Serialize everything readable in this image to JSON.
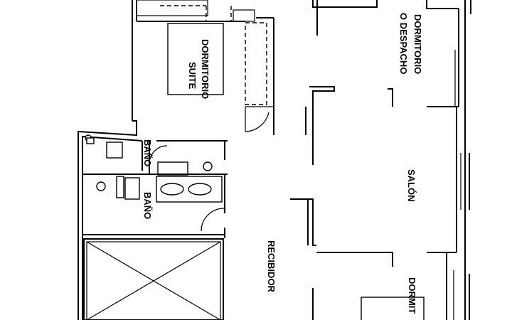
{
  "rooms": {
    "dormitorio_suite": {
      "line1": "DORMITORIO",
      "line2": "SUITE"
    },
    "dormitorio_despacho": {
      "line1": "DORMITORIO",
      "line2": "O DESPACHO"
    },
    "salon": "SALÓN",
    "bano_upper": "BAÑO",
    "bano_lower": "BAÑO",
    "recibidor": "RECIBIDOR",
    "dormitorio_partial": "DORMIT"
  }
}
